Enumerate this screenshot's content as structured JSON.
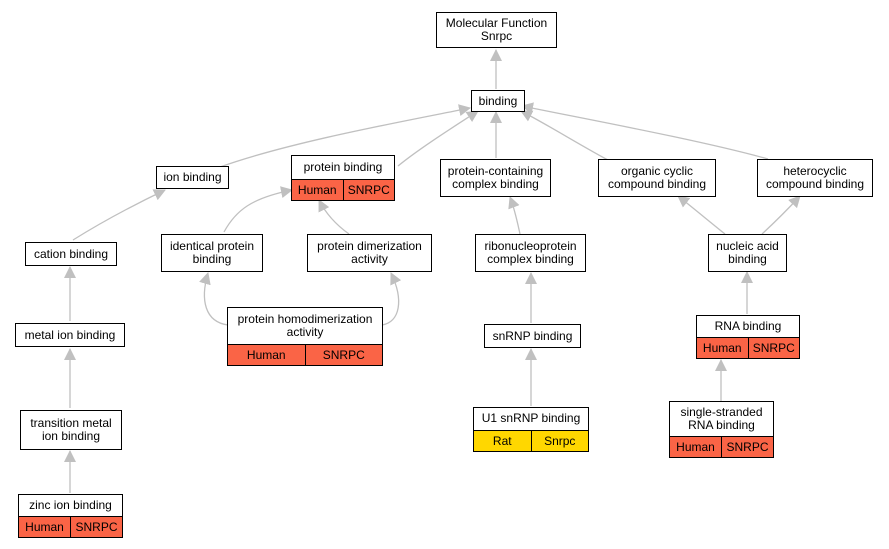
{
  "nodes": {
    "mf": "Molecular Function\nSnrpc",
    "binding": "binding",
    "ion_binding": "ion binding",
    "protein_binding": "protein binding",
    "protein_containing_complex_binding": "protein-containing\ncomplex binding",
    "organic_cyclic_compound_binding": "organic cyclic\ncompound binding",
    "heterocyclic_compound_binding": "heterocyclic\ncompound binding",
    "cation_binding": "cation binding",
    "identical_protein_binding": "identical protein\nbinding",
    "protein_dimerization_activity": "protein dimerization\nactivity",
    "ribonucleoprotein_complex_binding": "ribonucleoprotein\ncomplex binding",
    "nucleic_acid_binding": "nucleic acid\nbinding",
    "metal_ion_binding": "metal ion binding",
    "protein_homodimerization_activity": "protein homodimerization\nactivity",
    "snrnp_binding": "snRNP binding",
    "rna_binding": "RNA binding",
    "transition_metal_ion_binding": "transition metal\nion binding",
    "u1_snrnp_binding": "U1 snRNP binding",
    "single_stranded_rna_binding": "single-stranded\nRNA binding",
    "zinc_ion_binding": "zinc ion binding"
  },
  "annotations": {
    "protein_binding": [
      "Human",
      "SNRPC"
    ],
    "protein_homodimerization_activity": [
      "Human",
      "SNRPC"
    ],
    "rna_binding": [
      "Human",
      "SNRPC"
    ],
    "u1_snrnp_binding": [
      "Rat",
      "Snrpc"
    ],
    "single_stranded_rna_binding": [
      "Human",
      "SNRPC"
    ],
    "zinc_ion_binding": [
      "Human",
      "SNRPC"
    ]
  },
  "colors": {
    "human": "#fa6446",
    "rat": "#ffd700",
    "edge": "#c0c0c0"
  }
}
